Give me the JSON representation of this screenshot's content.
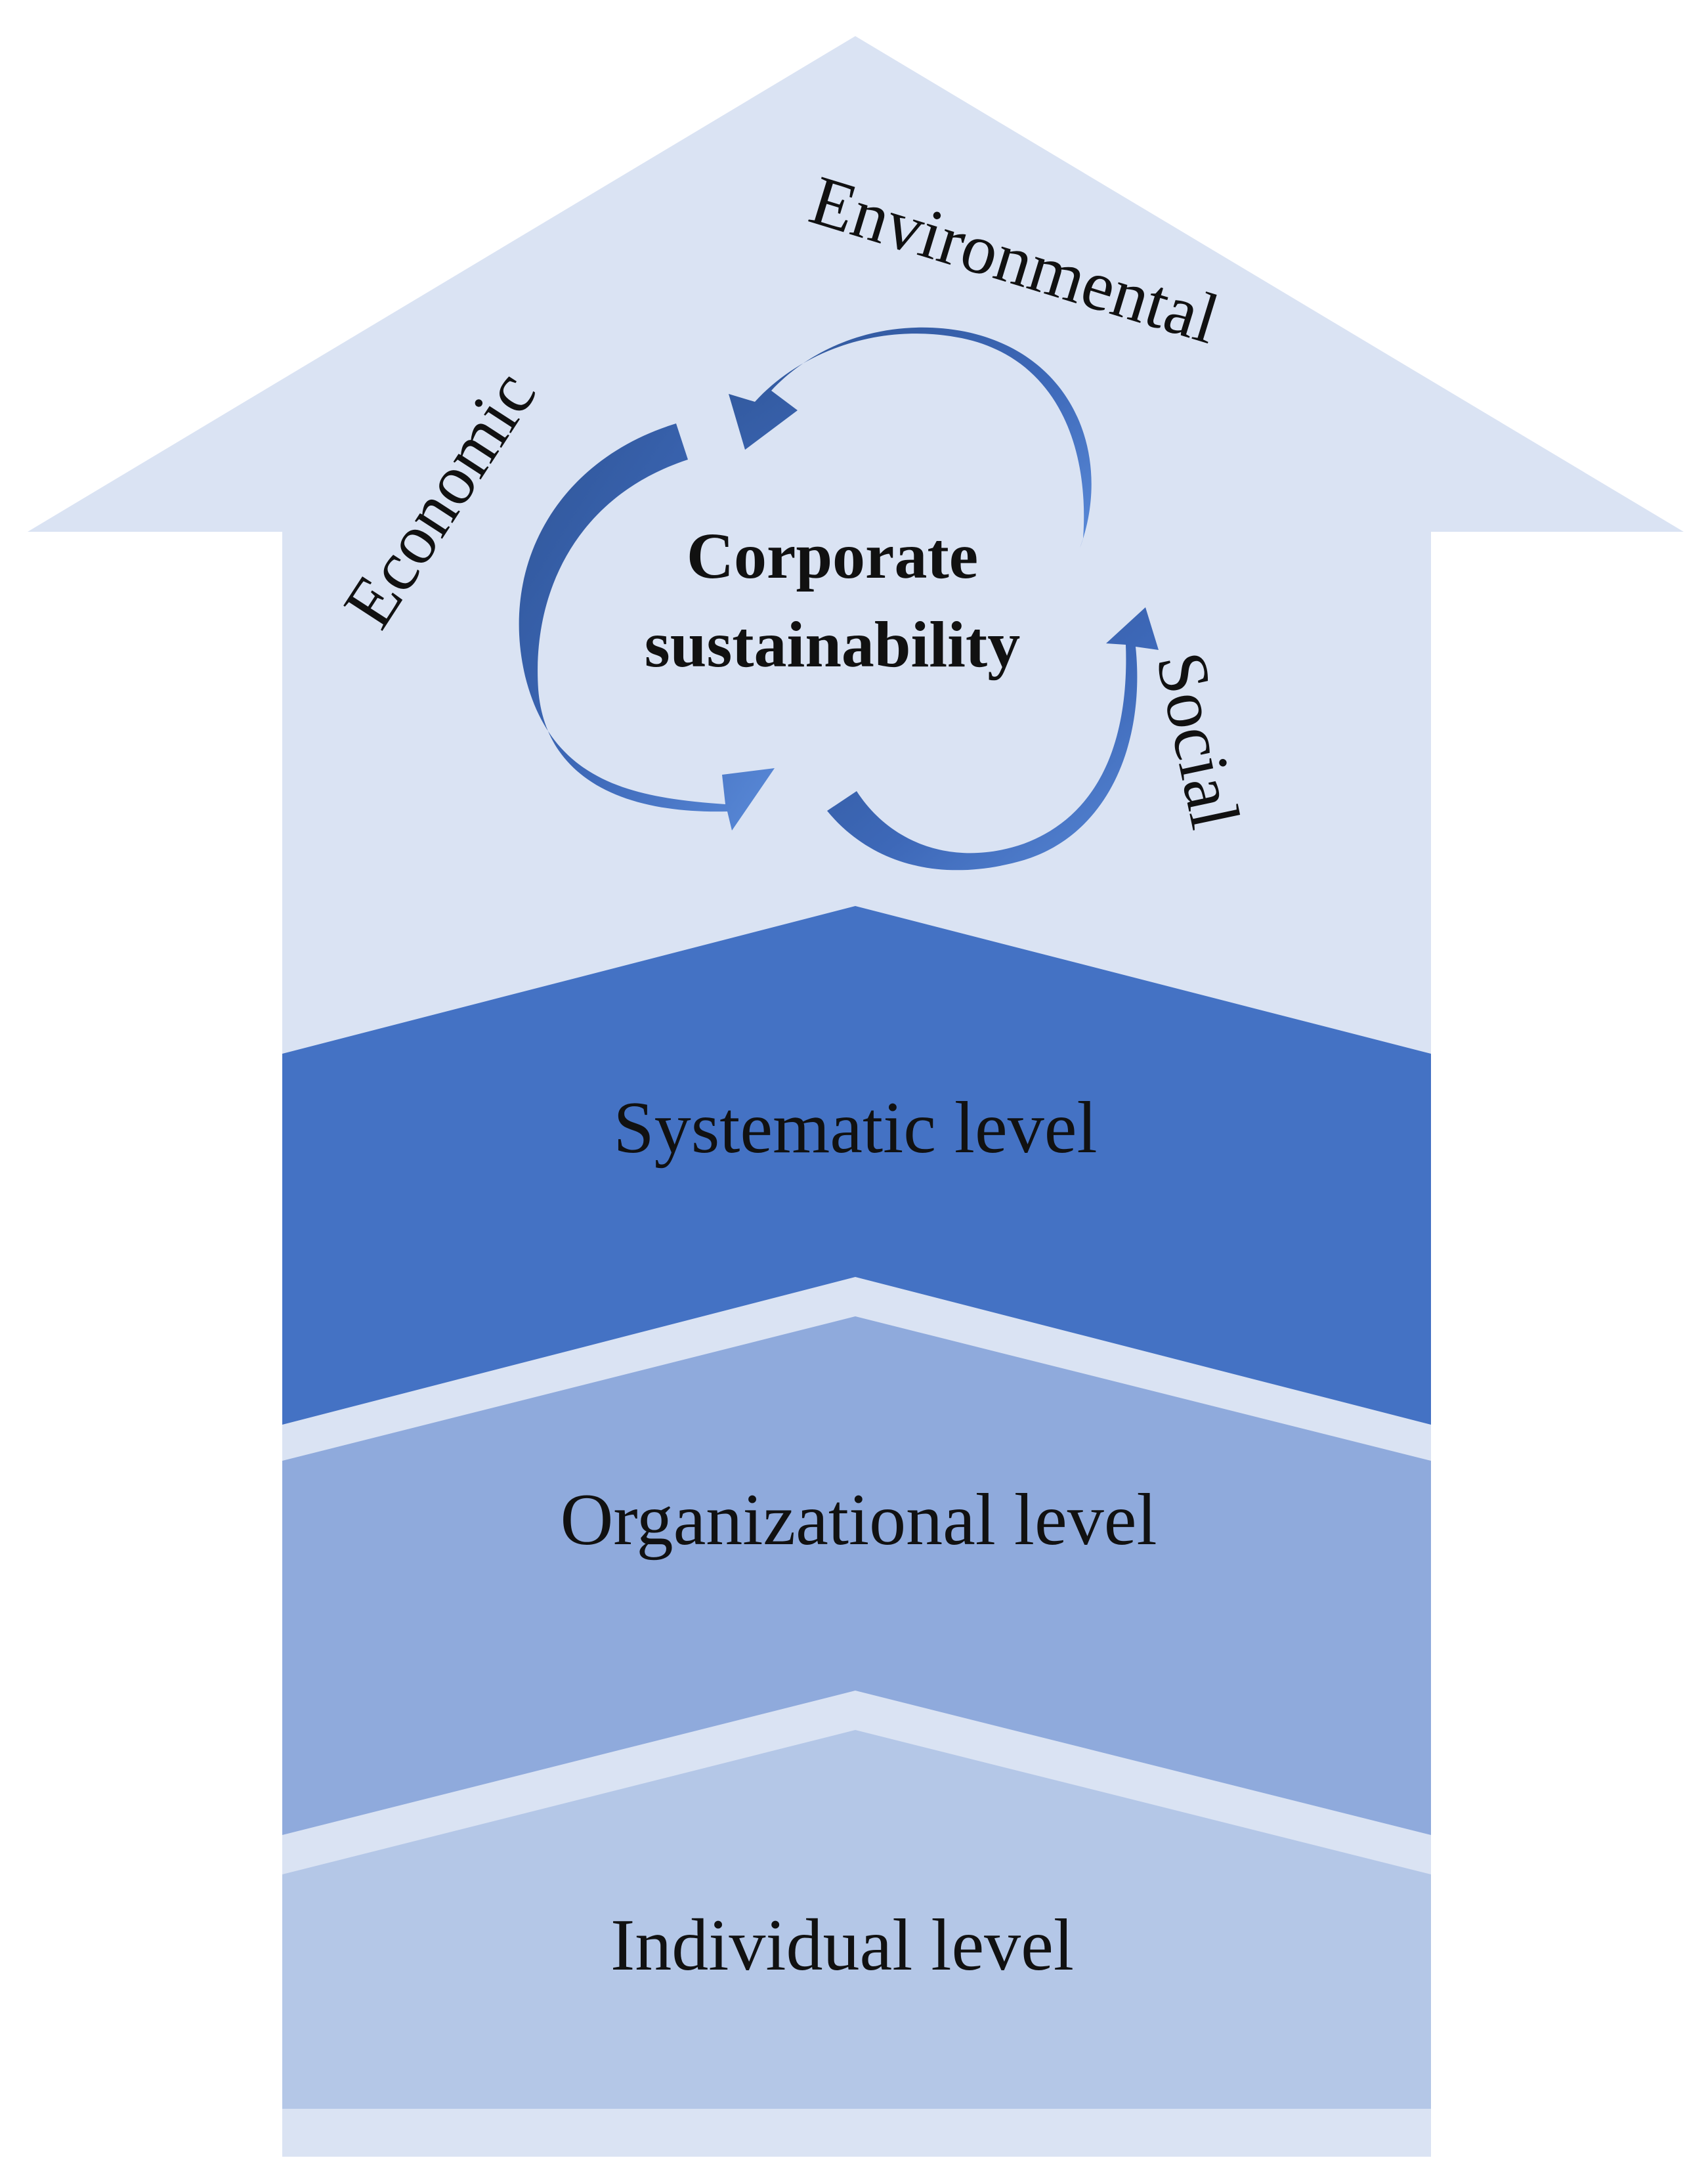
{
  "center": {
    "line1": "Corporate",
    "line2": "sustainability"
  },
  "pillars": {
    "environmental": "Environmental",
    "economic": "Economic",
    "social": "Social"
  },
  "levels": {
    "systematic": "Systematic level",
    "organizational": "Organizational level",
    "individual": "Individual level"
  },
  "colors": {
    "arrow_background": "#dae3f3",
    "systematic_band": "#4472c4",
    "organizational_band": "#8faadc",
    "individual_band": "#b4c7e7",
    "cycle_arrow_dark": "#2f5597",
    "cycle_arrow_light": "#4a7bd0"
  }
}
